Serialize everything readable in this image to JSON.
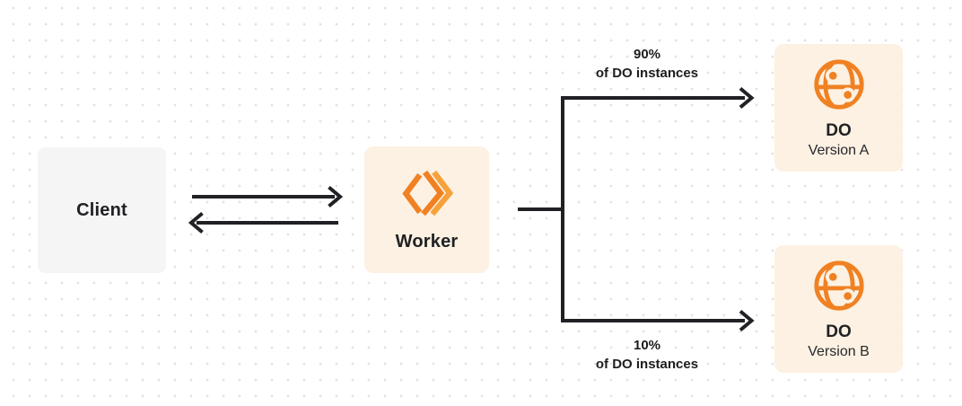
{
  "nodes": {
    "client": {
      "label": "Client"
    },
    "worker": {
      "label": "Worker",
      "icon": "cloudflare-workers-icon"
    },
    "do_version_a": {
      "title": "DO",
      "subtitle": "Version A",
      "icon": "globe-icon"
    },
    "do_version_b": {
      "title": "DO",
      "subtitle": "Version B",
      "icon": "globe-icon"
    }
  },
  "edges": {
    "client_worker": {
      "style": "bidirectional-arrows"
    },
    "worker_do_a": {
      "percent": "90%",
      "caption": "of DO instances"
    },
    "worker_do_b": {
      "percent": "10%",
      "caption": "of DO instances"
    }
  },
  "colors": {
    "canvas_bg": "#ffffff",
    "dot_grid": "#e2e2e5",
    "client_box": "#f5f5f6",
    "cream_box": "#fcf1e2",
    "orange": "#f08122",
    "orange_light": "#f6a13c",
    "arrow": "#202124",
    "text": "#202124"
  }
}
